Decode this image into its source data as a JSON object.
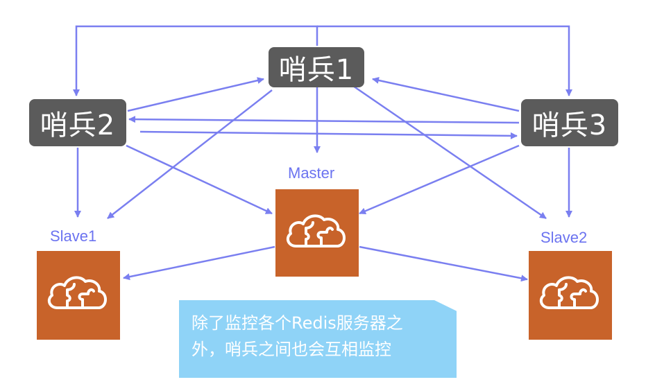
{
  "colors": {
    "arrow": "#7a7ff0",
    "sentinel_bg": "#5b5b5b",
    "server_bg": "#c8632a",
    "label": "#6b73f0",
    "note_bg": "#8fd3f7"
  },
  "sentinels": {
    "s1": "哨兵1",
    "s2": "哨兵2",
    "s3": "哨兵3"
  },
  "servers": {
    "master": "Master",
    "slave1": "Slave1",
    "slave2": "Slave2"
  },
  "icons": {
    "server": "cloud-puzzle-icon"
  },
  "note": {
    "line1": "除了监控各个Redis服务器之",
    "line2": "外，哨兵之间也会互相监控"
  }
}
